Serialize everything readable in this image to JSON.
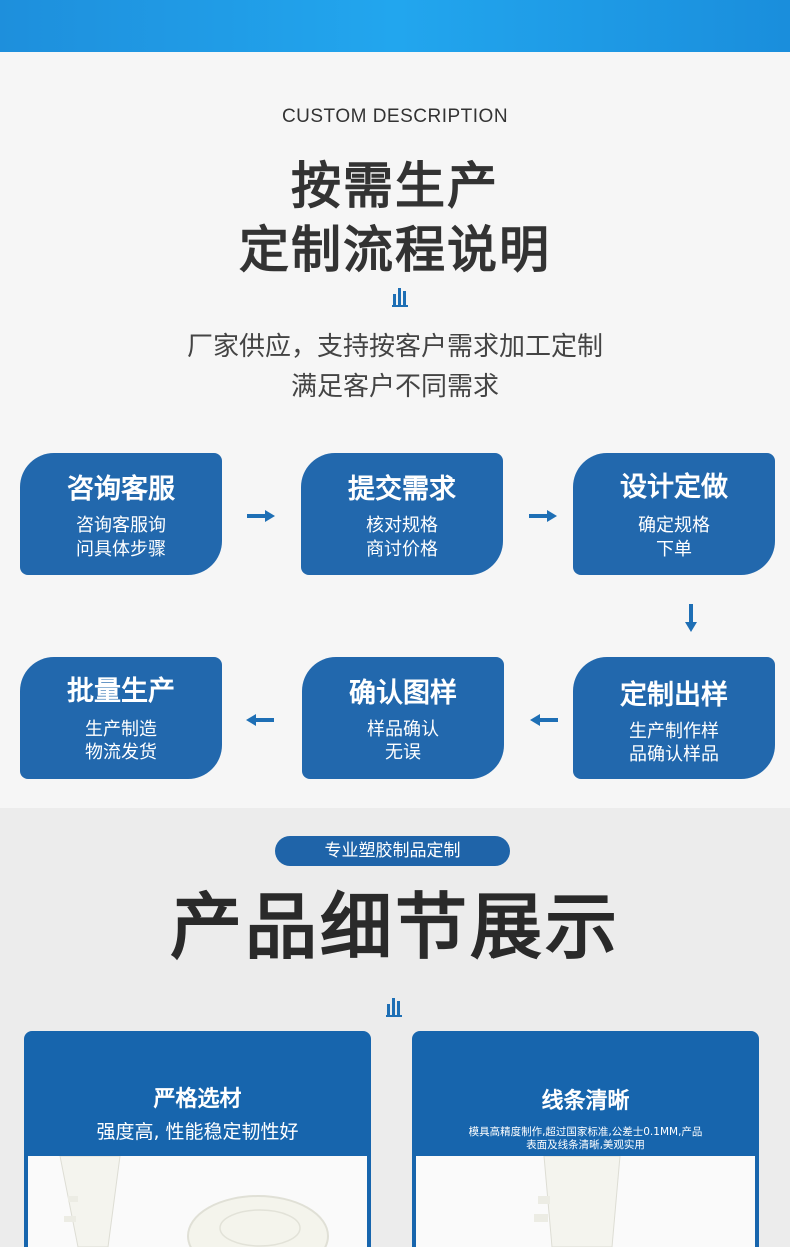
{
  "header": {
    "eyebrow": "CUSTOM DESCRIPTION",
    "title_line1": "按需生产",
    "title_line2": "定制流程说明",
    "subtitle_line1": "厂家供应，支持按客户需求加工定制",
    "subtitle_line2": "满足客户不同需求"
  },
  "process": {
    "steps": [
      {
        "title": "咨询客服",
        "line1": "咨询客服询",
        "line2": "问具体步骤"
      },
      {
        "title": "提交需求",
        "line1": "核对规格",
        "line2": "商讨价格"
      },
      {
        "title": "设计定做",
        "line1": "确定规格",
        "line2": "下单"
      },
      {
        "title": "定制出样",
        "line1": "生产制作样",
        "line2": "品确认样品"
      },
      {
        "title": "确认图样",
        "line1": "样品确认",
        "line2": "无误"
      },
      {
        "title": "批量生产",
        "line1": "生产制造",
        "line2": "物流发货"
      }
    ]
  },
  "details": {
    "pill_label": "专业塑胶制品定制",
    "title": "产品细节展示",
    "cards": [
      {
        "title": "严格选材",
        "desc": "强度高, 性能稳定韧性好"
      },
      {
        "title": "线条清晰",
        "desc_line1": "模具高精度制作,超过国家标准,公差士0.1MM,产品",
        "desc_line2": "表面及线条清晰,美观实用"
      }
    ]
  },
  "colors": {
    "accent": "#2268ad",
    "top_bar": "#22a6ee"
  }
}
